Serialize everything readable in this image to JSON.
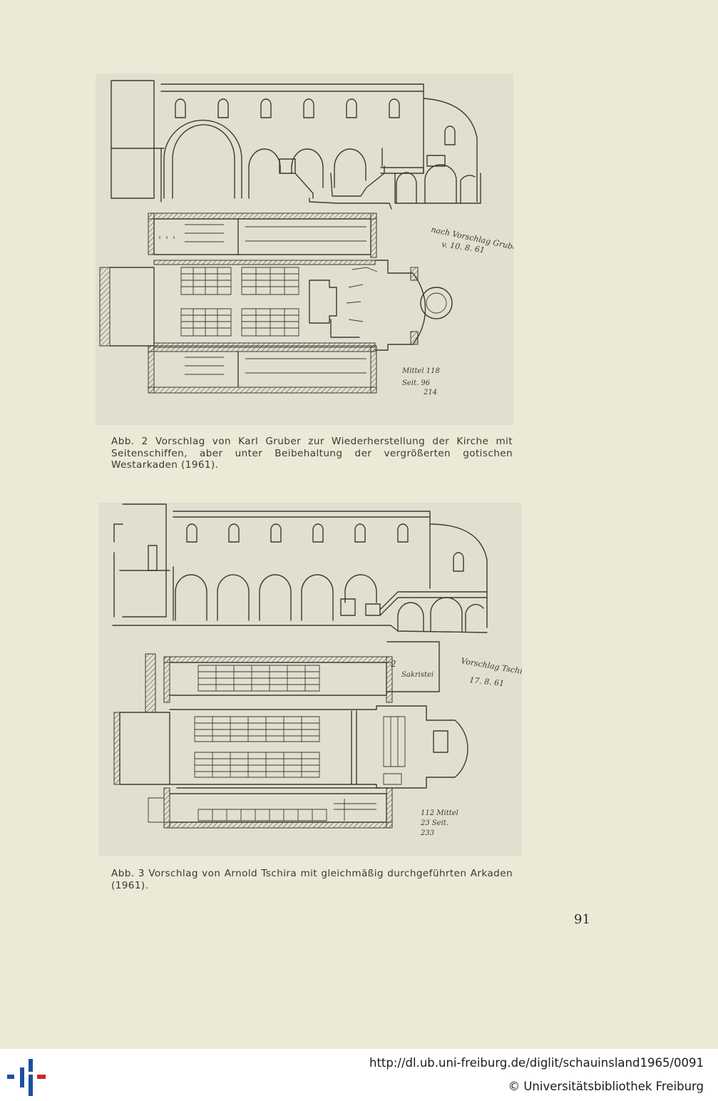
{
  "figures": [
    {
      "caption": "Abb. 2  Vorschlag von Karl Gruber zur Wiederherstellung der Kirche mit Seitenschiffen, aber unter Beibehaltung der vergrößerten gotischen Westarkaden (1961).",
      "notes": {
        "signature_1": "nach Vorschlag Gruber",
        "signature_2": "v. 10. 8. 61",
        "tally_1": "Mittel  118",
        "tally_2": "Seit.  96",
        "tally_3": "214"
      }
    },
    {
      "caption": "Abb. 3  Vorschlag von Arnold Tschira mit gleichmäßig durchgeführten Arkaden (1961).",
      "notes": {
        "signature_1": "Vorschlag Tschira",
        "signature_2": "17. 8. 61",
        "room_label_1": "2",
        "room_label_2": "Sakristei",
        "tally_1": "112 Mittel",
        "tally_2": "23 Seit.",
        "tally_3": "233"
      }
    }
  ],
  "page_number": "91",
  "footer": {
    "url": "http://dl.ub.uni-freiburg.de/diglit/schauinsland1965/0091",
    "copyright": "© Universitätsbibliothek Freiburg"
  },
  "colors": {
    "paper": "#ebead6",
    "plate": "#e1e0cf",
    "ink": "#3b3a36",
    "logo_blue": "#1c4fa0",
    "logo_red": "#d2232a"
  }
}
